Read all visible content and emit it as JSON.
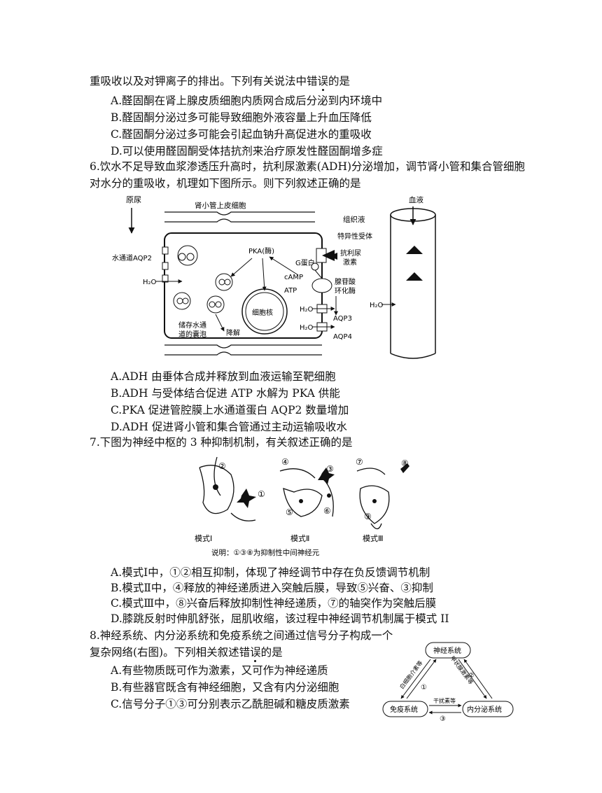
{
  "q5": {
    "stem_tail": [
      "重吸收以及对钾离子的排出。下列有关说法中错",
      "误",
      "的是"
    ],
    "options": [
      "A.醛固酮在肾上腺皮质细胞内质网合成后分泌到内环境中",
      "B.醛固酮分泌过多可能导致细胞外液容量上升血压降低",
      "C.醛固酮分泌过多可能会引起血钠升高促进水的重吸收",
      "D.可以使用醛固酮受体拮抗剂来治疗原发性醛固酮增多症"
    ]
  },
  "q6": {
    "stem": [
      "6.饮水不足导致血浆渗透压升高时，抗利尿激素(ADH)分泌增加，调节肾小管和集合管细胞",
      "对水分的重吸收，机理如下图所示。则下列叙述正确的是"
    ],
    "figure": {
      "urine": "原尿",
      "cell_title": "肾小管上皮细胞",
      "tissue_fluid": "组织液",
      "blood": "血液",
      "aqp2": "水通道AQP2",
      "pka": "PKA(酶)",
      "g_protein": "G蛋白",
      "receptor": "特异性受体",
      "adh": [
        "抗利尿",
        "激素"
      ],
      "camp": "cAMP",
      "atp": "ATP",
      "cyclase": [
        "腺苷酸",
        "环化酶"
      ],
      "nucleus": "细胞核",
      "h2o": "H₂O",
      "vesicle": [
        "储存水通",
        "道的囊泡"
      ],
      "degrade": "降解",
      "aqp3": "AQP3",
      "aqp4": "AQP4"
    },
    "options": [
      "A.ADH 由垂体合成并释放到血液运输至靶细胞",
      "B.ADH 与受体结合促进 ATP 水解为 PKA 供能",
      "C.PKA 促进管腔膜上水通道蛋白 AQP2 数量增加",
      "D.ADH 促进肾小管和集合管通过主动运输吸收水"
    ]
  },
  "q7": {
    "stem": "7.下图为神经中枢的 3 种抑制机制，有关叙述正确的是",
    "figure": {
      "mode1": "模式Ⅰ",
      "mode2": "模式Ⅱ",
      "mode3": "模式Ⅲ",
      "note": "说明：①③⑧为抑制性中间神经元",
      "n1": "①",
      "n2": "②",
      "n3": "③",
      "n4": "④",
      "n5": "⑤",
      "n6": "⑥",
      "n7": "⑦",
      "n8": "⑧",
      "n9": "⑨"
    },
    "options": [
      "A.模式Ⅰ中，①②相互抑制，体现了神经调节中存在负反馈调节机制",
      "B.模式Ⅱ中，④释放的神经递质进入突触后膜，导致⑤兴奋、③抑制",
      "C.模式Ⅲ中，⑧兴奋后释放抑制性神经递质，⑦的轴突作为突触后膜",
      "D.膝跳反射时伸肌舒张，屈肌收缩，该过程中神经调节机制属于模式 II"
    ]
  },
  "q8": {
    "stem": [
      "8.神经系统、内分泌系统和免疫系统之间通过信号分子构成一个",
      "复杂网络(右图)。下列相关叙述错",
      "误",
      "的是"
    ],
    "figure": {
      "nervous": "神经系统",
      "immune": "免疫系统",
      "endocrine": "内分泌系统",
      "left_edge": "白细胞介素等",
      "right_edge": "甲状腺激素等",
      "bottom_edge": "干扰素等",
      "s1": "①",
      "s2": "②",
      "s3": "③"
    },
    "options": [
      "A.有些物质既可作为激素，又可作为神经递质",
      "B.有些器官既含有神经细胞，又含有内分泌细胞",
      "C.信号分子①③可分别表示乙酰胆碱和糖皮质激素"
    ]
  }
}
